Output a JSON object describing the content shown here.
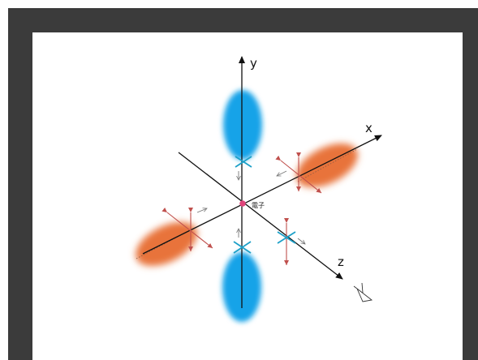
{
  "diagram": {
    "axes": {
      "x_label": "x",
      "y_label": "y",
      "z_label": "z"
    },
    "center_label": "電子",
    "colors": {
      "frame": "#3b3b3b",
      "canvas": "#ffffff",
      "axis": "#111111",
      "lobe_y": "#12a3e8",
      "lobe_xz": "#e8733b",
      "field_red": "#c0504d",
      "field_cyan": "#1da0c8",
      "electron": "#e0457b",
      "small_arrow": "#777777"
    },
    "icons": [
      "eye-icon"
    ]
  }
}
